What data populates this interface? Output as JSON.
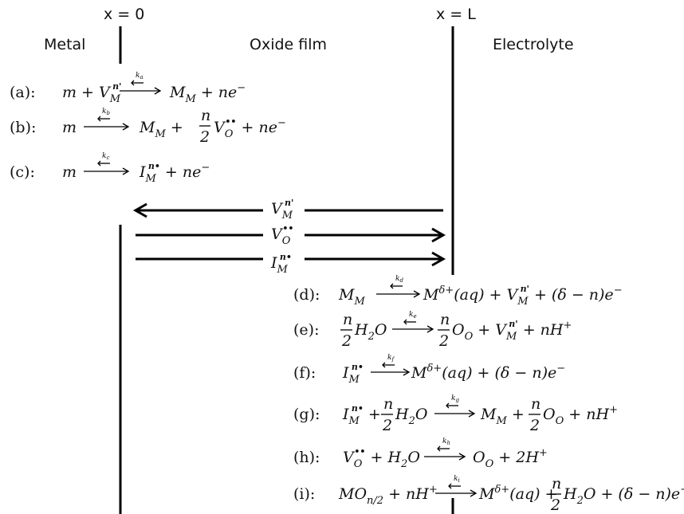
{
  "boundaries": {
    "left": "x = 0",
    "right": "x = L"
  },
  "regions": {
    "metal": "Metal",
    "oxide": "Oxide film",
    "electrolyte": "Electrolyte"
  },
  "species": {
    "cation_vacancy": "V_M^{n'}",
    "oxygen_vacancy": "V_O^{••}",
    "interstitial": "I_M^{n•}"
  },
  "reactions": [
    {
      "id": "(a):",
      "rate": "k_a"
    },
    {
      "id": "(b):",
      "rate": "k_b"
    },
    {
      "id": "(c):",
      "rate": "k_c"
    },
    {
      "id": "(d):",
      "rate": "k_d"
    },
    {
      "id": "(e):",
      "rate": "k_e"
    },
    {
      "id": "(f):",
      "rate": "k_f"
    },
    {
      "id": "(g):",
      "rate": "k_g"
    },
    {
      "id": "(h):",
      "rate": "k_h"
    },
    {
      "id": "(i):",
      "rate": "k_i"
    }
  ]
}
